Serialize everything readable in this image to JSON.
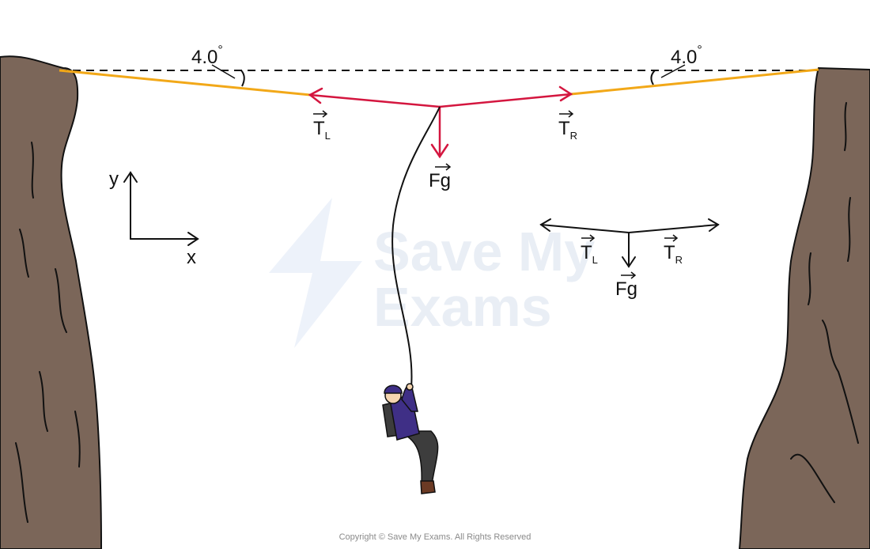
{
  "angles": {
    "left": "4.0",
    "right": "4.0",
    "unit": "°"
  },
  "forces": {
    "tension_left": {
      "symbol": "T",
      "subscript": "L"
    },
    "tension_right": {
      "symbol": "T",
      "subscript": "R"
    },
    "gravity": {
      "symbol": "Fg"
    }
  },
  "axes": {
    "y_label": "y",
    "x_label": "x"
  },
  "watermark": {
    "line1": "Save My",
    "line2": "Exams"
  },
  "copyright": "Copyright © Save My Exams. All Rights Reserved",
  "colors": {
    "rope": "#f2a818",
    "force_vector": "#d4163f",
    "cliff": "#7b6659",
    "ink": "#111111"
  }
}
